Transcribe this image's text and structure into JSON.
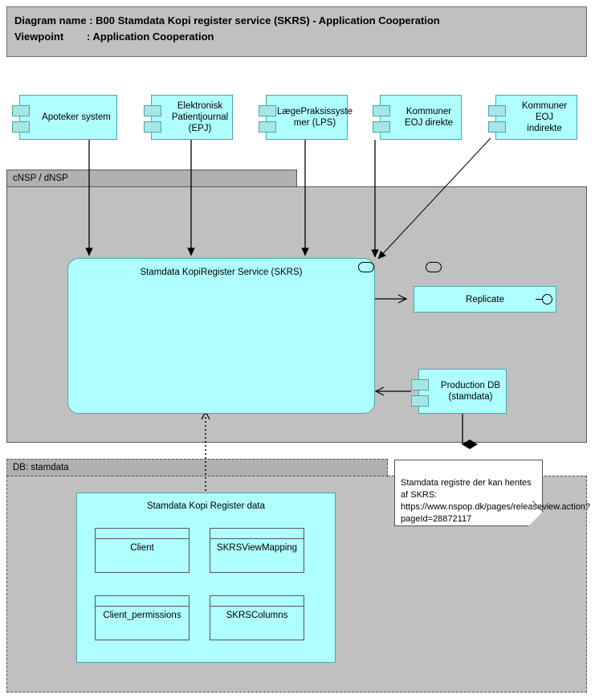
{
  "header": {
    "line1": "Diagram name : B00 Stamdata Kopi register service (SKRS) - Application Cooperation",
    "line2": "Viewpoint        : Application Cooperation"
  },
  "actors": [
    {
      "id": "apoteker",
      "label": "Apoteker system"
    },
    {
      "id": "epj",
      "label": "Elektronisk Patientjournal (EPJ)"
    },
    {
      "id": "lps",
      "label": "LægePraksissyste mer (LPS)"
    },
    {
      "id": "eoj-direkte",
      "label": "Kommuner EOJ direkte"
    },
    {
      "id": "eoj-indirekte",
      "label": "Kommuner EOJ indirekte"
    }
  ],
  "groups": {
    "nsp": {
      "label": "cNSP / dNSP"
    },
    "db": {
      "label": "DB: stamdata"
    }
  },
  "service": {
    "label": "Stamdata KopiRegister Service (SKRS)",
    "interface_icon": "provided-interface-pill-icon"
  },
  "replicate": {
    "label": "Replicate",
    "interface_icon": "lollipop-interface-icon"
  },
  "production_db": {
    "label": "Production DB (stamdata)"
  },
  "data_package": {
    "title": "Stamdata Kopi Register data",
    "entities": [
      {
        "name": "Client"
      },
      {
        "name": "SKRSViewMapping"
      },
      {
        "name": "Client_permissions"
      },
      {
        "name": "SKRSColumns"
      }
    ]
  },
  "note": {
    "text": "Stamdata registre der kan hentes af SKRS: https://www.nspop.dk/pages/releaseview.action?pageId=28872117"
  },
  "colors": {
    "component_fill": "#b0ffff",
    "component_stroke": "#4aa8a8",
    "group_fill": "#c0c0c0",
    "group_tab": "#b0b0b0",
    "line": "#000000",
    "note_fill": "#ffffff"
  }
}
